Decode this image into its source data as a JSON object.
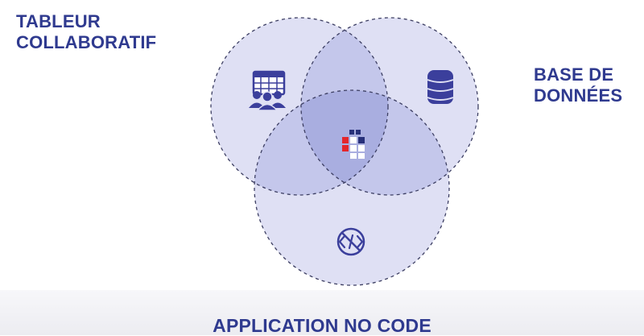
{
  "diagram": {
    "type": "venn",
    "sets": [
      {
        "id": "tableur",
        "label": "TABLEUR\nCOLLABORATIF",
        "icon": "collaborative-spreadsheet-icon"
      },
      {
        "id": "base",
        "label": "BASE DE\nDONNÉES",
        "icon": "database-icon"
      },
      {
        "id": "nocode",
        "label": "APPLICATION NO CODE",
        "icon": "no-code-icon"
      }
    ],
    "center_icon": "grid-logo-icon"
  },
  "colors": {
    "circle_fill": "#d9dbf3",
    "overlap_fill": "#a9aee0",
    "label_text": "#2f3a8f",
    "icon_primary": "#3b3f9c",
    "logo_red": "#e3262c",
    "logo_blue": "#27307a"
  }
}
